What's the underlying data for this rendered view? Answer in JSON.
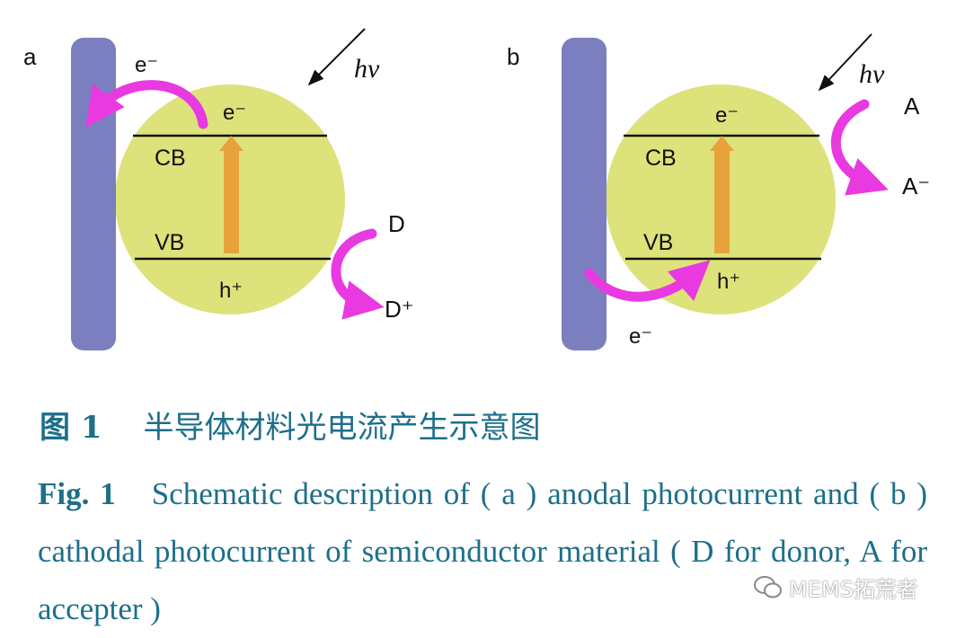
{
  "panels": [
    {
      "id": "a",
      "label": "a",
      "cb": "CB",
      "vb": "VB",
      "light": "hν",
      "electron_in_cb": "e⁻",
      "electron_out": "e⁻",
      "hole": "h⁺",
      "species_in": "D",
      "species_out": "D⁺"
    },
    {
      "id": "b",
      "label": "b",
      "cb": "CB",
      "vb": "VB",
      "light": "hν",
      "electron_in_cb": "e⁻",
      "electron_out": "e⁻",
      "hole": "h⁺",
      "species_in": "A",
      "species_out": "A⁻"
    }
  ],
  "caption": {
    "cn_number": "图 1",
    "cn_text": "半导体材料光电流产生示意图",
    "en_number": "Fig. 1",
    "en_text": "Schematic description of ( a ) anodal photocurrent and ( b ) cathodal photocurrent of semiconductor material ( D for donor, A for accepter )"
  },
  "watermark": "MEMS拓荒者",
  "colors": {
    "electrode": "#7b7fbf",
    "semiconductor": "#dde27a",
    "transition_arrow": "#e8a23c",
    "charge_arrow": "#e83ae0",
    "caption": "#1d6f8a"
  }
}
